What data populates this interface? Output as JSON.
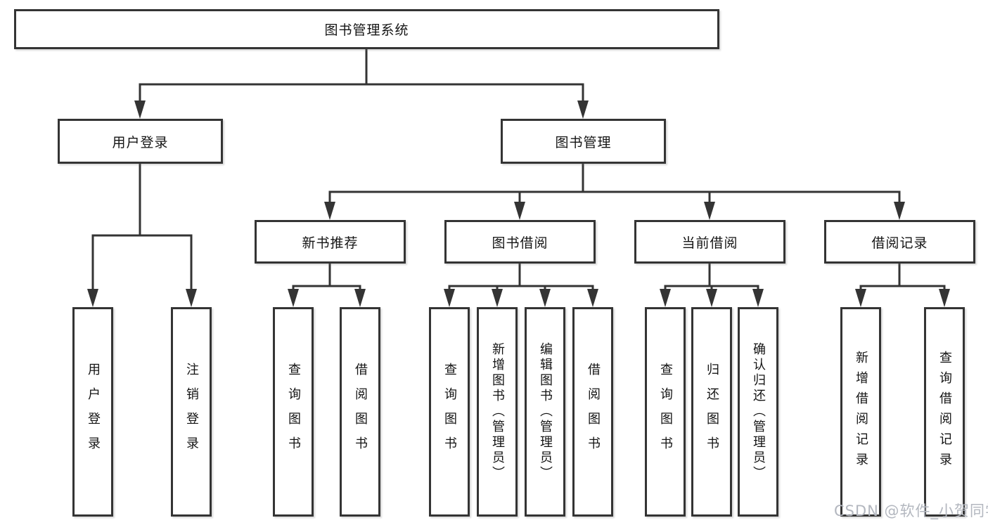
{
  "diagram": {
    "root": {
      "label": "图书管理系统"
    },
    "level2": [
      {
        "label": "用户登录"
      },
      {
        "label": "图书管理"
      }
    ],
    "level3": [
      {
        "label": "新书推荐"
      },
      {
        "label": "图书借阅"
      },
      {
        "label": "当前借阅"
      },
      {
        "label": "借阅记录"
      }
    ],
    "leaves": [
      {
        "label": "用户登录"
      },
      {
        "label": "注销登录"
      },
      {
        "label": "查询图书"
      },
      {
        "label": "借阅图书"
      },
      {
        "label": "查询图书"
      },
      {
        "label": "新增图书（管理员）"
      },
      {
        "label": "编辑图书（管理员）"
      },
      {
        "label": "借阅图书"
      },
      {
        "label": "查询图书"
      },
      {
        "label": "归还图书"
      },
      {
        "label": "确认归还（管理员）"
      },
      {
        "label": "新增借阅记录"
      },
      {
        "label": "查询借阅记录"
      }
    ]
  },
  "watermark": {
    "text": "CSDN @软件_小贺同学"
  },
  "colors": {
    "line": "#343434",
    "box_border": "#343434",
    "box_background": "#ffffff",
    "text": "#141414",
    "watermark": "#b3b7bf"
  }
}
